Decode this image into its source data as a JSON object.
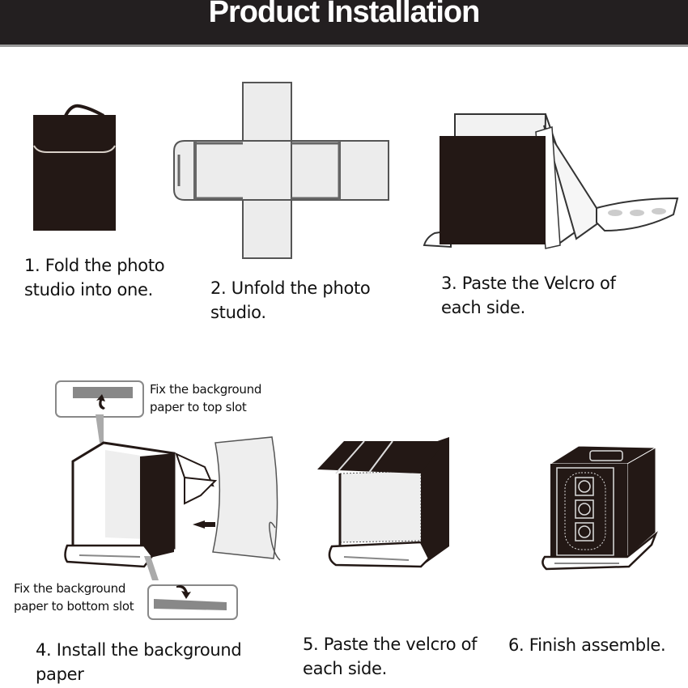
{
  "header": {
    "title": "Product Installation",
    "background": "#231f20"
  },
  "steps": [
    {
      "number": 1,
      "caption_line1": "1. Fold the photo",
      "caption_line2": "studio into one."
    },
    {
      "number": 2,
      "caption_line1": "2. Unfold the photo",
      "caption_line2": "studio."
    },
    {
      "number": 3,
      "caption_line1": "3. Paste the Velcro of",
      "caption_line2": "each side."
    },
    {
      "number": 4,
      "caption_line1": "4. Install the background",
      "caption_line2": "paper",
      "note_top_line1": "Fix the background",
      "note_top_line2": "paper to top slot",
      "note_bottom_line1": "Fix the background",
      "note_bottom_line2": "paper to bottom slot"
    },
    {
      "number": 5,
      "caption_line1": "5. Paste the velcro of",
      "caption_line2": "each side."
    },
    {
      "number": 6,
      "caption_line1": "6. Finish assemble."
    }
  ],
  "colors": {
    "panel_dark": "#231815",
    "panel_light": "#ececec",
    "outline": "#555555"
  }
}
